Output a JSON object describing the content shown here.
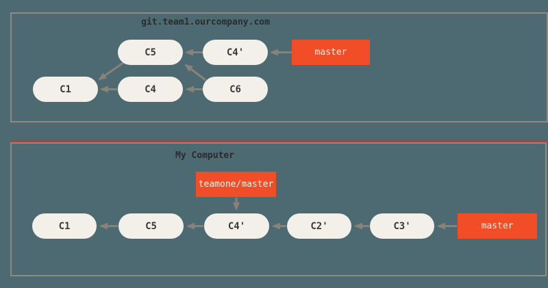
{
  "colors": {
    "background": "#4d6a73",
    "panel_border": "#918a80",
    "node_fill": "#f2f0e9",
    "node_text": "#3a3a3a",
    "branch_fill": "#f14e27",
    "branch_text": "#f5f3ee",
    "arrow": "#8a8177",
    "red_divider": "#e12a26",
    "title_text": "#2b2b2b"
  },
  "panels": [
    {
      "title": "git.team1.ourcompany.com",
      "nodes": [
        {
          "id": "c5",
          "label": "C5"
        },
        {
          "id": "c4p",
          "label": "C4'"
        },
        {
          "id": "c1",
          "label": "C1"
        },
        {
          "id": "c4",
          "label": "C4"
        },
        {
          "id": "c6",
          "label": "C6"
        }
      ],
      "branches": [
        {
          "id": "master",
          "label": "master",
          "points_to": "C4'"
        }
      ],
      "edges": [
        "C4' -> C5",
        "master -> C4'",
        "C4 -> C1",
        "C6 -> C4",
        "C5 -> C1",
        "C6 -> C5"
      ]
    },
    {
      "title": "My Computer",
      "nodes": [
        {
          "id": "c1",
          "label": "C1"
        },
        {
          "id": "c5",
          "label": "C5"
        },
        {
          "id": "c4p",
          "label": "C4'"
        },
        {
          "id": "c2p",
          "label": "C2'"
        },
        {
          "id": "c3p",
          "label": "C3'"
        }
      ],
      "branches": [
        {
          "id": "teamone-master",
          "label": "teamone/master",
          "points_to": "C4'"
        },
        {
          "id": "master",
          "label": "master",
          "points_to": "C3'"
        }
      ],
      "edges": [
        "C5 -> C1",
        "C4' -> C5",
        "C2' -> C4'",
        "C3' -> C2'",
        "master -> C3'",
        "teamone/master -> C4'"
      ]
    }
  ]
}
